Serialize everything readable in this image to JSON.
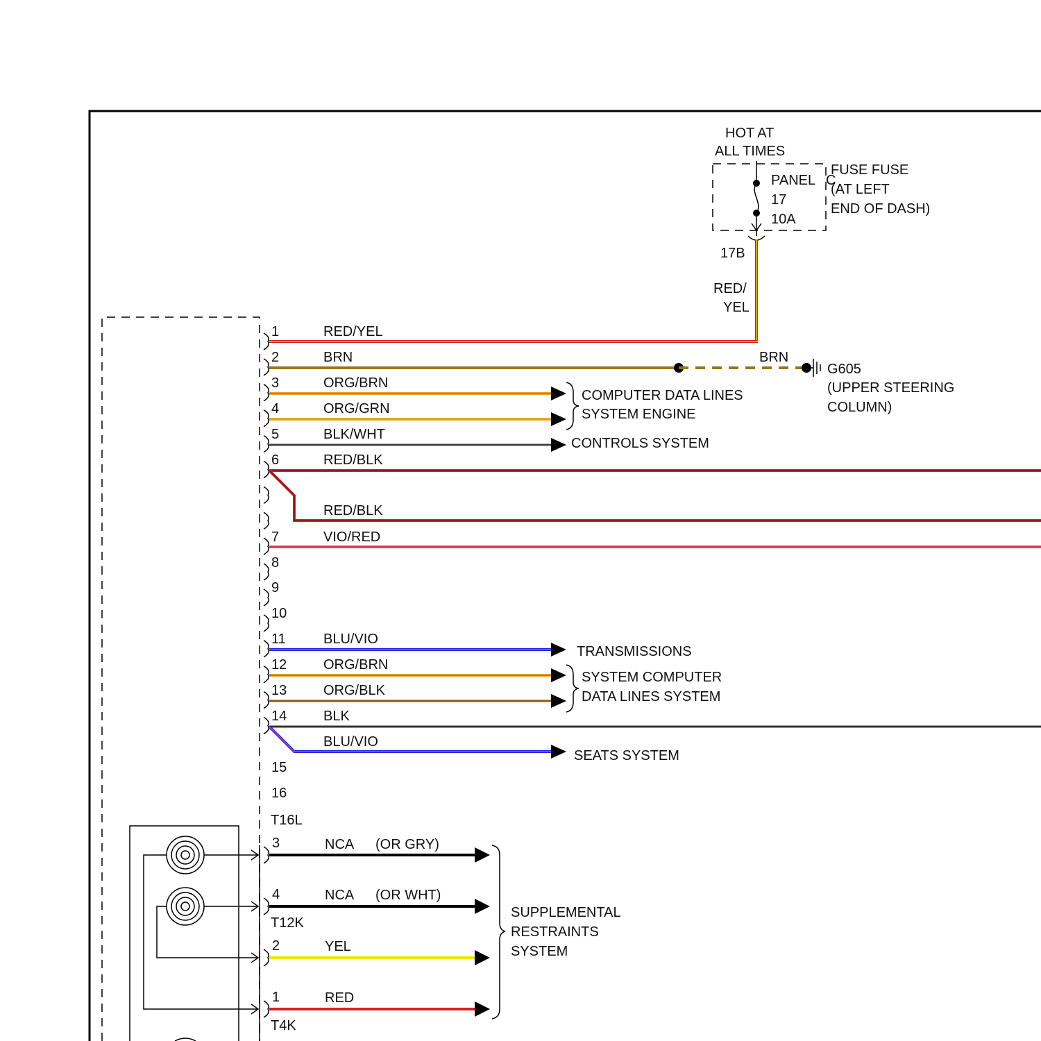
{
  "fuse": {
    "hot_line1": "HOT AT",
    "hot_line2": "ALL TIMES",
    "panel": "PANEL",
    "panel_letter": "C",
    "number": "17",
    "rating": "10A",
    "location_line1": "FUSE FUSE",
    "location_line2": "(AT LEFT",
    "location_line3": "END OF DASH)",
    "terminal": "17B",
    "wire_color_line1": "RED/",
    "wire_color_line2": "YEL"
  },
  "connector_t16l": {
    "name": "T16L",
    "pins": [
      {
        "pin": "1",
        "color": "RED/YEL"
      },
      {
        "pin": "2",
        "color": "BRN"
      },
      {
        "pin": "3",
        "color": "ORG/BRN"
      },
      {
        "pin": "4",
        "color": "ORG/GRN"
      },
      {
        "pin": "5",
        "color": "BLK/WHT"
      },
      {
        "pin": "6",
        "color": "RED/BLK",
        "branch_color": "RED/BLK"
      },
      {
        "pin": "7",
        "color": "VIO/RED"
      },
      {
        "pin": "8",
        "color": ""
      },
      {
        "pin": "9",
        "color": ""
      },
      {
        "pin": "10",
        "color": ""
      },
      {
        "pin": "11",
        "color": "BLU/VIO"
      },
      {
        "pin": "12",
        "color": "ORG/BRN"
      },
      {
        "pin": "13",
        "color": "ORG/BLK"
      },
      {
        "pin": "14",
        "color": "BLK",
        "branch_color": "BLU/VIO"
      },
      {
        "pin": "15",
        "color": ""
      },
      {
        "pin": "16",
        "color": ""
      }
    ]
  },
  "ground": {
    "wire_color": "BRN",
    "name": "G605",
    "location_line1": "(UPPER STEERING",
    "location_line2": "COLUMN)"
  },
  "destinations": {
    "computer_data_engine_line1": "COMPUTER DATA LINES",
    "computer_data_engine_line2": "SYSTEM ENGINE",
    "controls": "CONTROLS SYSTEM",
    "transmissions": "TRANSMISSIONS",
    "system_computer_line1": "SYSTEM COMPUTER",
    "system_computer_line2": "DATA LINES SYSTEM",
    "seats": "SEATS SYSTEM",
    "srs_line1": "SUPPLEMENTAL",
    "srs_line2": "RESTRAINTS",
    "srs_line3": "SYSTEM"
  },
  "connector_t12k": {
    "name": "T12K",
    "pins": [
      {
        "pin": "3",
        "color": "NCA",
        "alt": "(OR GRY)"
      },
      {
        "pin": "4",
        "color": "NCA",
        "alt": "(OR WHT)"
      }
    ]
  },
  "connector_t4k": {
    "name": "T4K",
    "pins": [
      {
        "pin": "2",
        "color": "YEL"
      },
      {
        "pin": "1",
        "color": "RED"
      }
    ]
  },
  "wire_colors": {
    "red": "#d42020",
    "yellow": "#f2e600",
    "brown": "#9a7418",
    "orange": "#f0a030",
    "green": "#a8c020",
    "black": "#111111",
    "dark": "#333333",
    "violet": "#ff40c0",
    "blue": "#2020e0",
    "purple": "#8030d0"
  }
}
